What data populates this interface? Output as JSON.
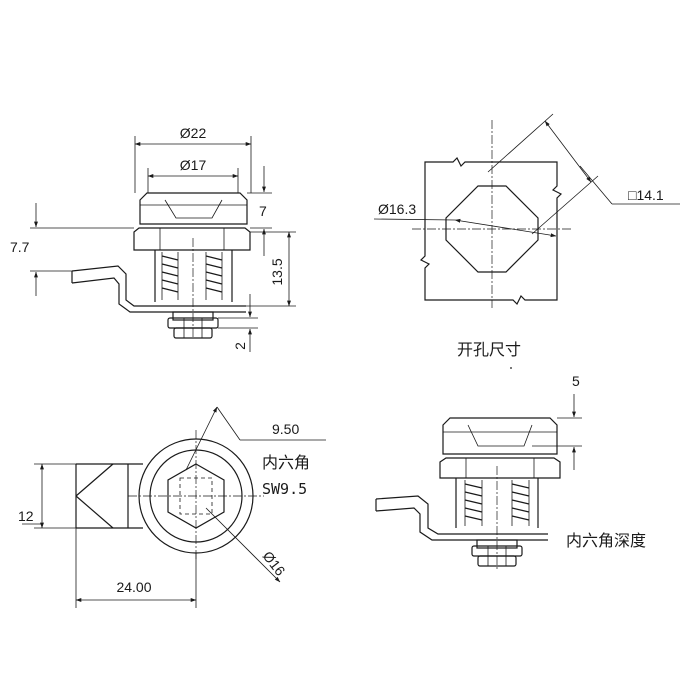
{
  "front_view": {
    "dim_outer_diameter": "Ø22",
    "dim_head_diameter": "Ø17",
    "dim_head_height": "7",
    "dim_cam_offset": "7.7",
    "dim_body_length": "13.5",
    "dim_nut_height": "2"
  },
  "cutout_view": {
    "dim_cutout_diameter": "Ø16.3",
    "dim_flat_width": "□14.1",
    "label": "开孔尺寸"
  },
  "bottom_view": {
    "dim_cam_reach": "9.50",
    "hex_label": "内六角",
    "hex_size": "SW9.5",
    "dim_ring_diameter": "Ø16",
    "dim_cam_width": "12",
    "dim_cam_length": "24.00"
  },
  "side_view": {
    "dim_hex_depth": "5",
    "label": "内六角深度"
  }
}
